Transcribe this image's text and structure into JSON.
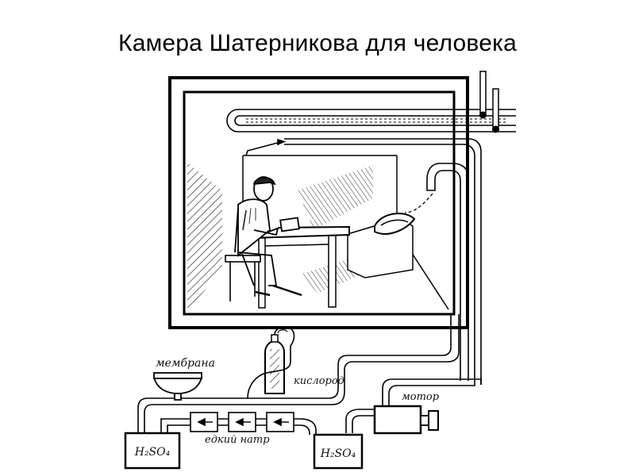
{
  "title": "Камера Шатерникова для человека",
  "labels": {
    "membrane": "мембрана",
    "oxygen": "кислород",
    "motor": "мотор",
    "caustic_soda": "едкий натр",
    "acid_left": "H₂SO₄",
    "acid_right": "H₂SO₄"
  }
}
